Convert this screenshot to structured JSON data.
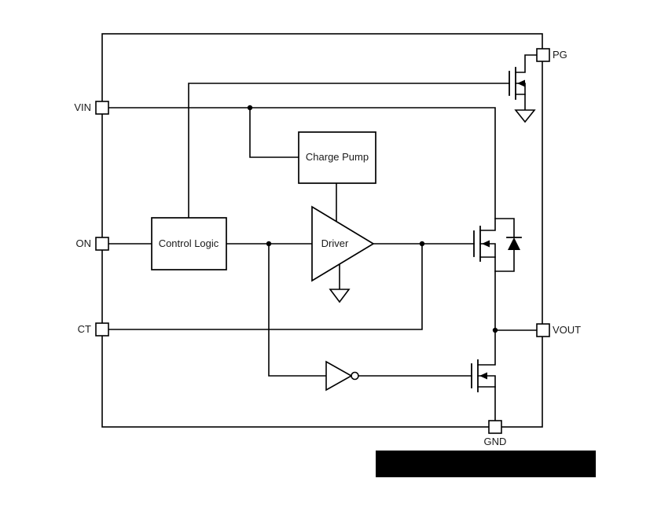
{
  "pins": {
    "vin": {
      "label": "VIN"
    },
    "on": {
      "label": "ON"
    },
    "ct": {
      "label": "CT"
    },
    "pg": {
      "label": "PG"
    },
    "vout": {
      "label": "VOUT"
    },
    "gnd": {
      "label": "GND"
    }
  },
  "blocks": {
    "charge_pump": {
      "label": "Charge Pump"
    },
    "control_logic": {
      "label": "Control Logic"
    },
    "driver": {
      "label": "Driver"
    }
  },
  "colors": {
    "line": "#000000",
    "background": "#ffffff",
    "block_fill": "#ffffff",
    "redacted_bar": "#000000"
  }
}
